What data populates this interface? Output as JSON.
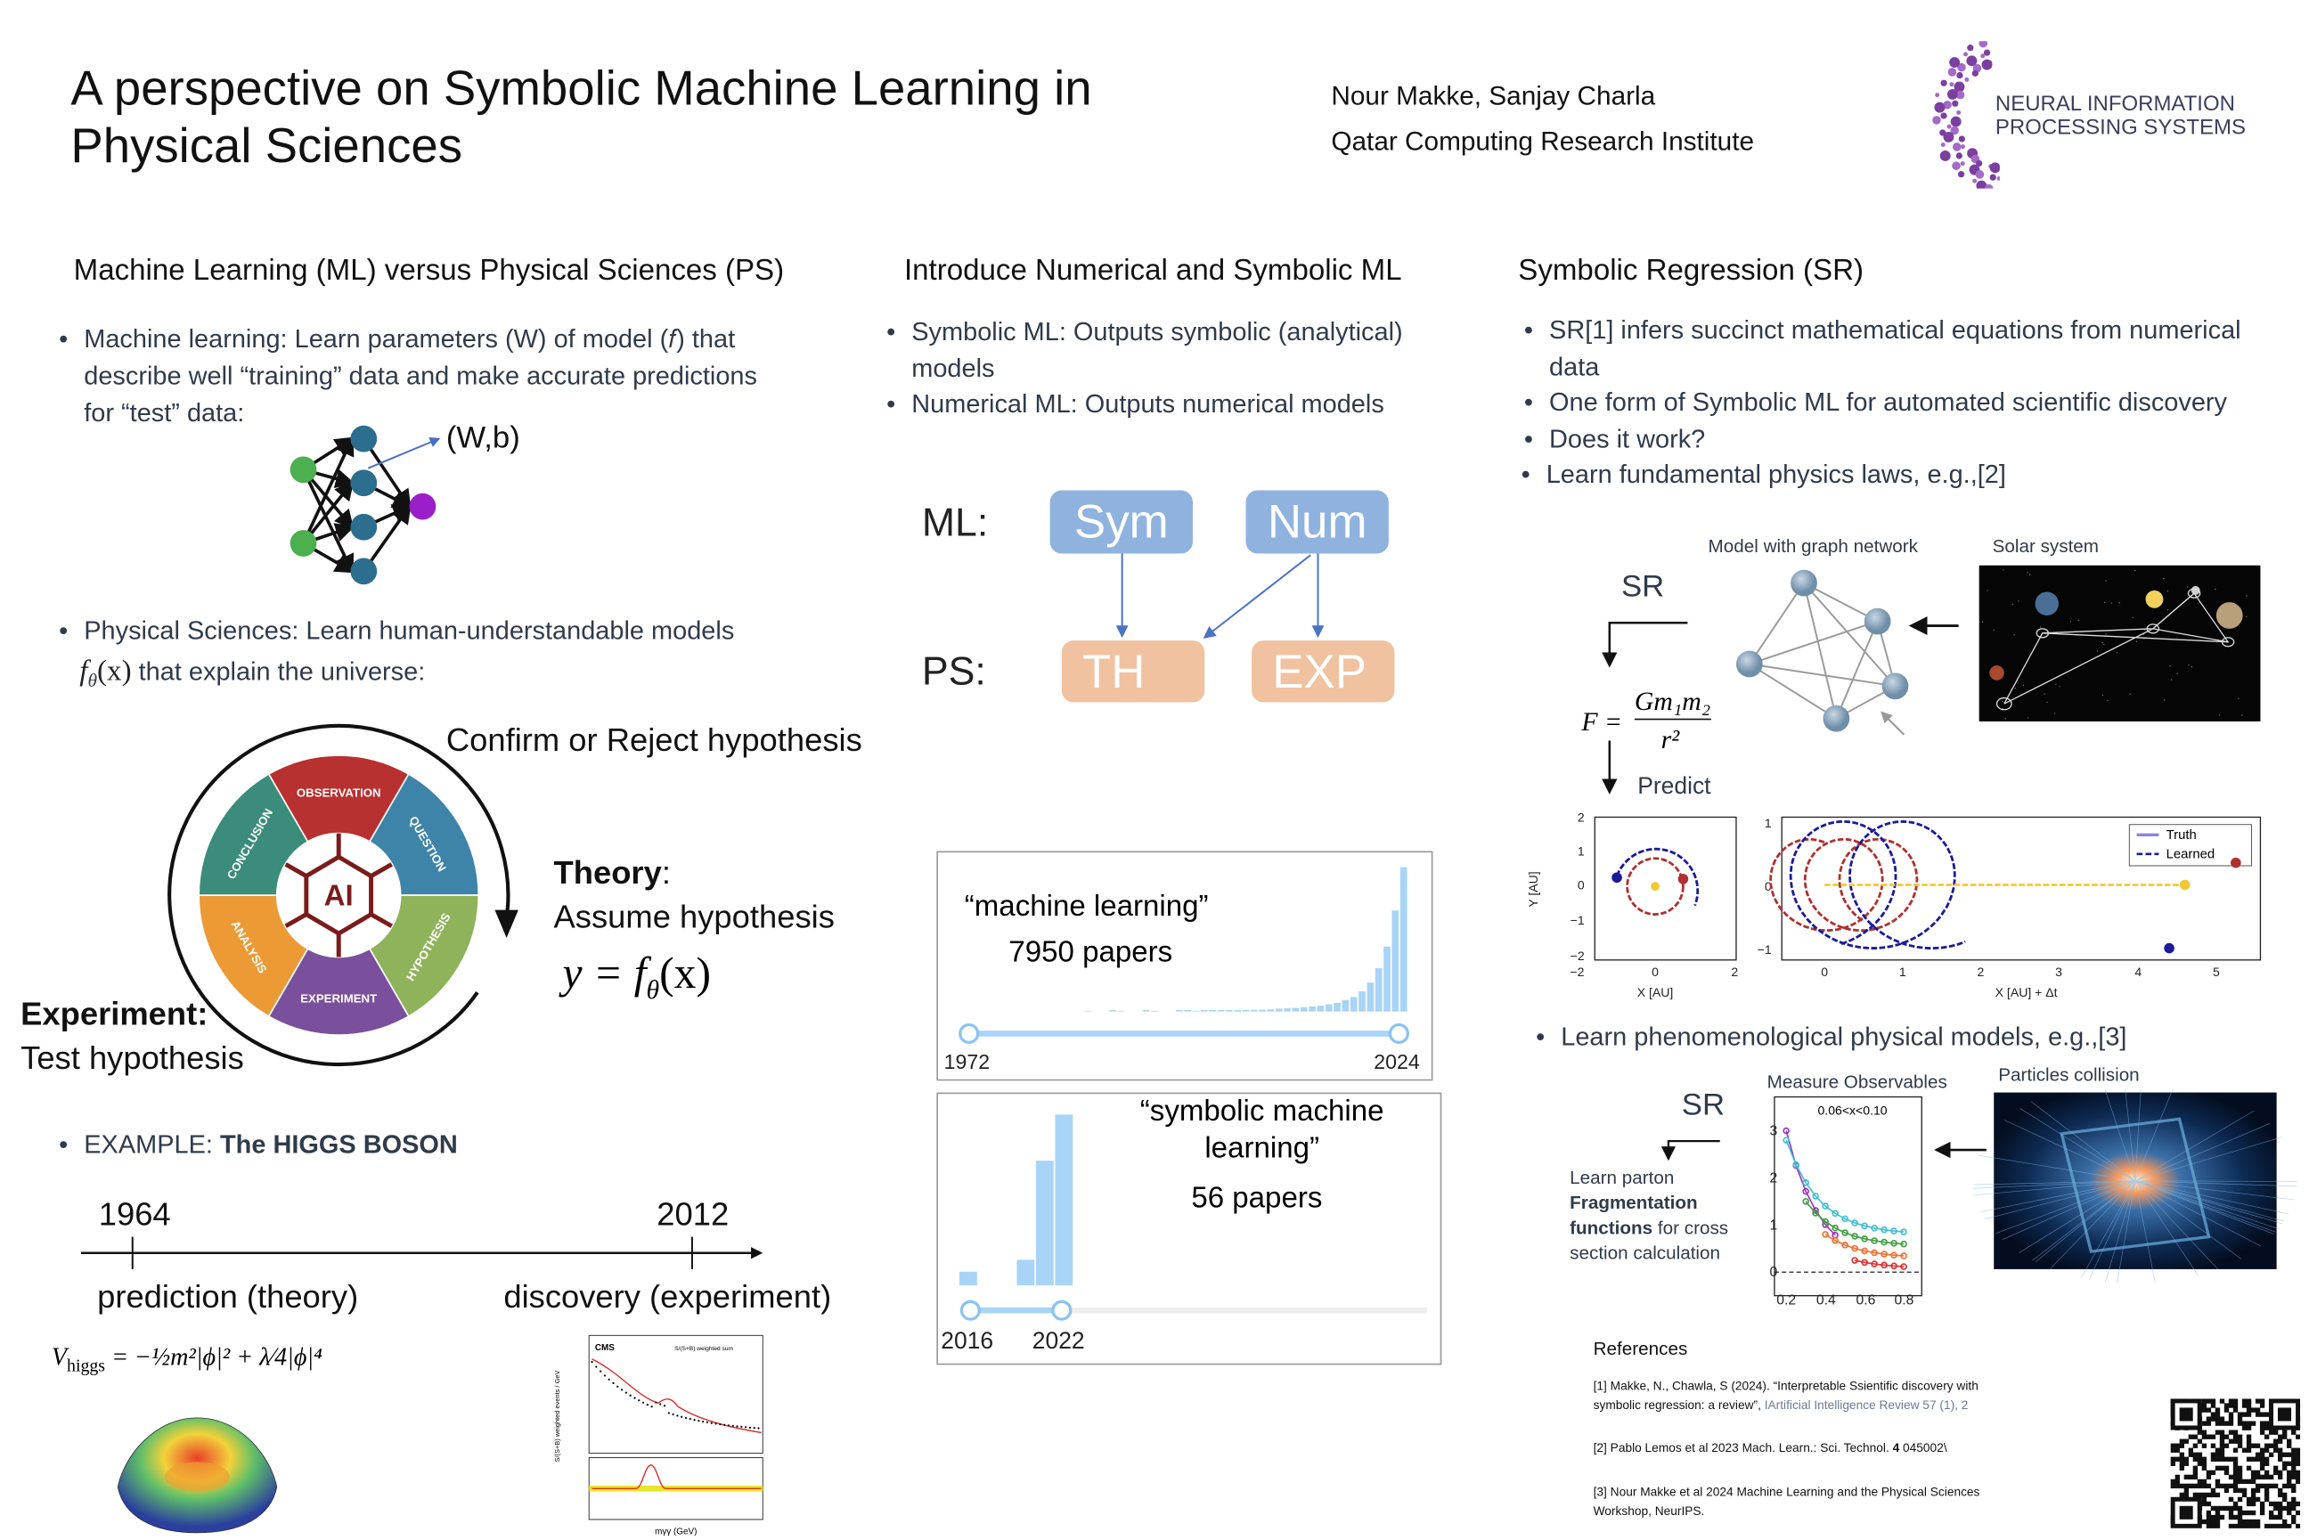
{
  "header": {
    "title_line1": "A perspective on Symbolic Machine Learning in",
    "title_line2": "Physical Sciences",
    "authors": "Nour Makke, Sanjay Charla",
    "institute": "Qatar Computing Research Institute",
    "logo_line1": "NEURAL INFORMATION",
    "logo_line2": "PROCESSING SYSTEMS"
  },
  "col1": {
    "heading": "Machine Learning (ML) versus Physical Sciences (PS)",
    "bullet1": [
      "Machine learning: Learn parameters (W) of model (𝑓)  that",
      "describe well “training” data and make accurate predictions",
      "for “test” data:"
    ],
    "nn_label": "(W,b)",
    "bullet2_line1": "Physical Sciences: Learn human-understandable models",
    "bullet2_f": "f",
    "bullet2_sub": "θ",
    "bullet2_x": "(x)",
    "bullet2_rest": " that explain the universe:",
    "cycle": {
      "confirm": "Confirm or Reject hypothesis",
      "center": "AI",
      "segments": [
        "OBSERVATION",
        "QUESTION",
        "HYPOTHESIS",
        "EXPERIMENT",
        "ANALYSIS",
        "CONCLUSION"
      ],
      "theory_label": "Theory",
      "theory_colon": ":",
      "theory_text": "Assume hypothesis",
      "formula_y": "y = f",
      "formula_sub": "θ",
      "formula_x": "(x)",
      "experiment_label": "Experiment:",
      "experiment_text": "Test hypothesis"
    },
    "example_prefix": "EXAMPLE: ",
    "example_bold": "The HIGGS BOSON",
    "timeline": {
      "year1": "1964",
      "year2": "2012",
      "label1": "prediction (theory)",
      "label2": "discovery (experiment)"
    },
    "higgs_formula": "V",
    "higgs_sub": "higgs",
    "higgs_rest": " = −½m²|ϕ|² + λ⁄4|ϕ|⁴",
    "cms": {
      "label": "CMS",
      "xlabel": "mγγ (GeV)",
      "ylabel": "S/(S+B) weighted events / GeV",
      "legend": "S/(S+B) weighted sum"
    }
  },
  "col2": {
    "heading": "Introduce Numerical and Symbolic ML",
    "bullets": [
      [
        "Symbolic ML: Outputs symbolic (analytical)",
        "models"
      ],
      [
        "Numerical ML: Outputs numerical models"
      ]
    ],
    "ml_label": "ML:",
    "ps_label": "PS:",
    "boxes": {
      "sym": "Sym",
      "num": "Num",
      "th": "TH",
      "exp": "EXP"
    },
    "colors": {
      "blue": "#8fb3de",
      "orange": "#f0c2a0",
      "bar": "#a8d4f8"
    },
    "hist1": {
      "query": "“machine learning”",
      "count": "7950 papers",
      "range_start": "1972",
      "range_end": "2024",
      "relative_counts": [
        0,
        0,
        0,
        0,
        0,
        0,
        0,
        0,
        0,
        0,
        0,
        0,
        0,
        0,
        0.005,
        0,
        0,
        0.01,
        0.005,
        0,
        0,
        0.01,
        0.005,
        0,
        0,
        0.01,
        0.01,
        0.005,
        0.01,
        0.01,
        0.01,
        0.01,
        0.01,
        0.01,
        0.012,
        0.013,
        0.015,
        0.02,
        0.022,
        0.025,
        0.03,
        0.035,
        0.04,
        0.05,
        0.06,
        0.08,
        0.1,
        0.14,
        0.2,
        0.3,
        0.45,
        0.7,
        1.0
      ]
    },
    "hist2": {
      "query_line1": "“symbolic machine",
      "query_line2": "learning”",
      "count": "56 papers",
      "range_start": "2016",
      "range_end": "2022",
      "relative_counts": [
        0.08,
        0,
        0,
        0.15,
        0.73,
        1.0
      ]
    }
  },
  "col3": {
    "heading": "Symbolic  Regression (SR)",
    "bullets": [
      [
        "SR[1] infers succinct mathematical equations from numerical",
        "data"
      ],
      [
        "One form of Symbolic ML for automated scientific discovery"
      ],
      [
        "Does it work?"
      ],
      [
        "Learn fundamental physics laws, e.g.,[2]"
      ]
    ],
    "graph_label": "Model with graph network",
    "solar_label": "Solar system",
    "sr": "SR",
    "newton_F": "F =",
    "newton_num": "Gm₁m₂",
    "newton_den": "r²",
    "predict": "Predict",
    "plot1": {
      "ylabel": "Y [AU]",
      "xlabel": "X [AU]",
      "yticks": [
        "2",
        "1",
        "0",
        "−1",
        "−2"
      ],
      "xticks": [
        "−2",
        "0",
        "2"
      ]
    },
    "plot2": {
      "xlabel": "X [AU] + Δt",
      "yticks": [
        "1",
        "0",
        "−1"
      ],
      "xticks": [
        "0",
        "1",
        "2",
        "3",
        "4",
        "5"
      ],
      "legend": [
        "Truth",
        "Learned"
      ]
    },
    "bullet_pheno": "Learn phenomenological physical models, e.g.,[3]",
    "sr2": "SR",
    "measure_label": "Measure Observables",
    "collision_label": "Particles collision",
    "obs_plot": {
      "title": "0.06<x<0.10",
      "yticks": [
        "3",
        "2",
        "1",
        "0"
      ],
      "xticks": [
        "0.2",
        "0.4",
        "0.6",
        "0.8"
      ]
    },
    "parton": {
      "l1": "Learn parton",
      "l2": "Fragmentation",
      "l3b": "functions",
      "l3": " for cross",
      "l4": "section calculation"
    },
    "references": {
      "title": "References",
      "r1a": "[1] Makke, N., Chawla, S (2024). “Interpretable Ssientific discovery with symbolic regression: a review”, ",
      "r1link": "IArtificial Intelligence Review 57 (1), 2",
      "r2a": "[2] Pablo Lemos et al 2023 Mach. Learn.: Sci. Technol. ",
      "r2b": "4",
      "r2c": " 045002\\",
      "r3": "[3] Nour Makke et al 2024 Machine Learning and the Physical Sciences Workshop, NeurIPS."
    }
  }
}
